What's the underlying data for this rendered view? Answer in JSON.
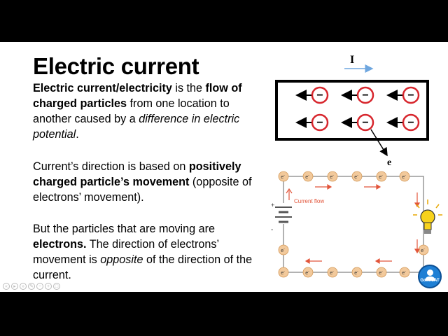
{
  "slide": {
    "title": "Electric current",
    "p1": {
      "b1": "Electric current/electricity",
      "t1": " is the ",
      "b2": "flow of charged particles",
      "t2": " from one location to another caused by a ",
      "i1": "difference in electric potential",
      "t3": "."
    },
    "p2": {
      "t1": "Current’s direction is based on ",
      "b1": "positively charged particle’s movement",
      "t2": " (opposite of electrons’ movement)."
    },
    "p3": {
      "t1": "But the particles that are moving are ",
      "b1": "electrons.",
      "t2": " The direction of electrons’ movement is ",
      "i1": "opposite",
      "t3": " of the direction of the current."
    }
  },
  "diagram": {
    "current_label": "I",
    "electron_label": "e",
    "particle_sign": "−",
    "electron_symbol": "e",
    "electron_sup": "-",
    "current_flow_label": "Current flow",
    "battery_plus": "+",
    "battery_minus": "-"
  },
  "logo": {
    "text": "GotMCAT"
  },
  "colors": {
    "circle_red": "#d7262d",
    "electron_fill": "#f2c99b",
    "wire": "#7f7f7f",
    "current_arrow": "#e2553a",
    "bulb": "#f7d21c",
    "logo_blue": "#1e7fd4"
  },
  "icons": [
    "rewind-icon",
    "play-icon",
    "forward-icon",
    "edit-icon",
    "zoom-out-icon",
    "zoom-in-icon",
    "fullscreen-icon",
    "user-icon",
    "lightbulb-icon",
    "battery-icon"
  ]
}
